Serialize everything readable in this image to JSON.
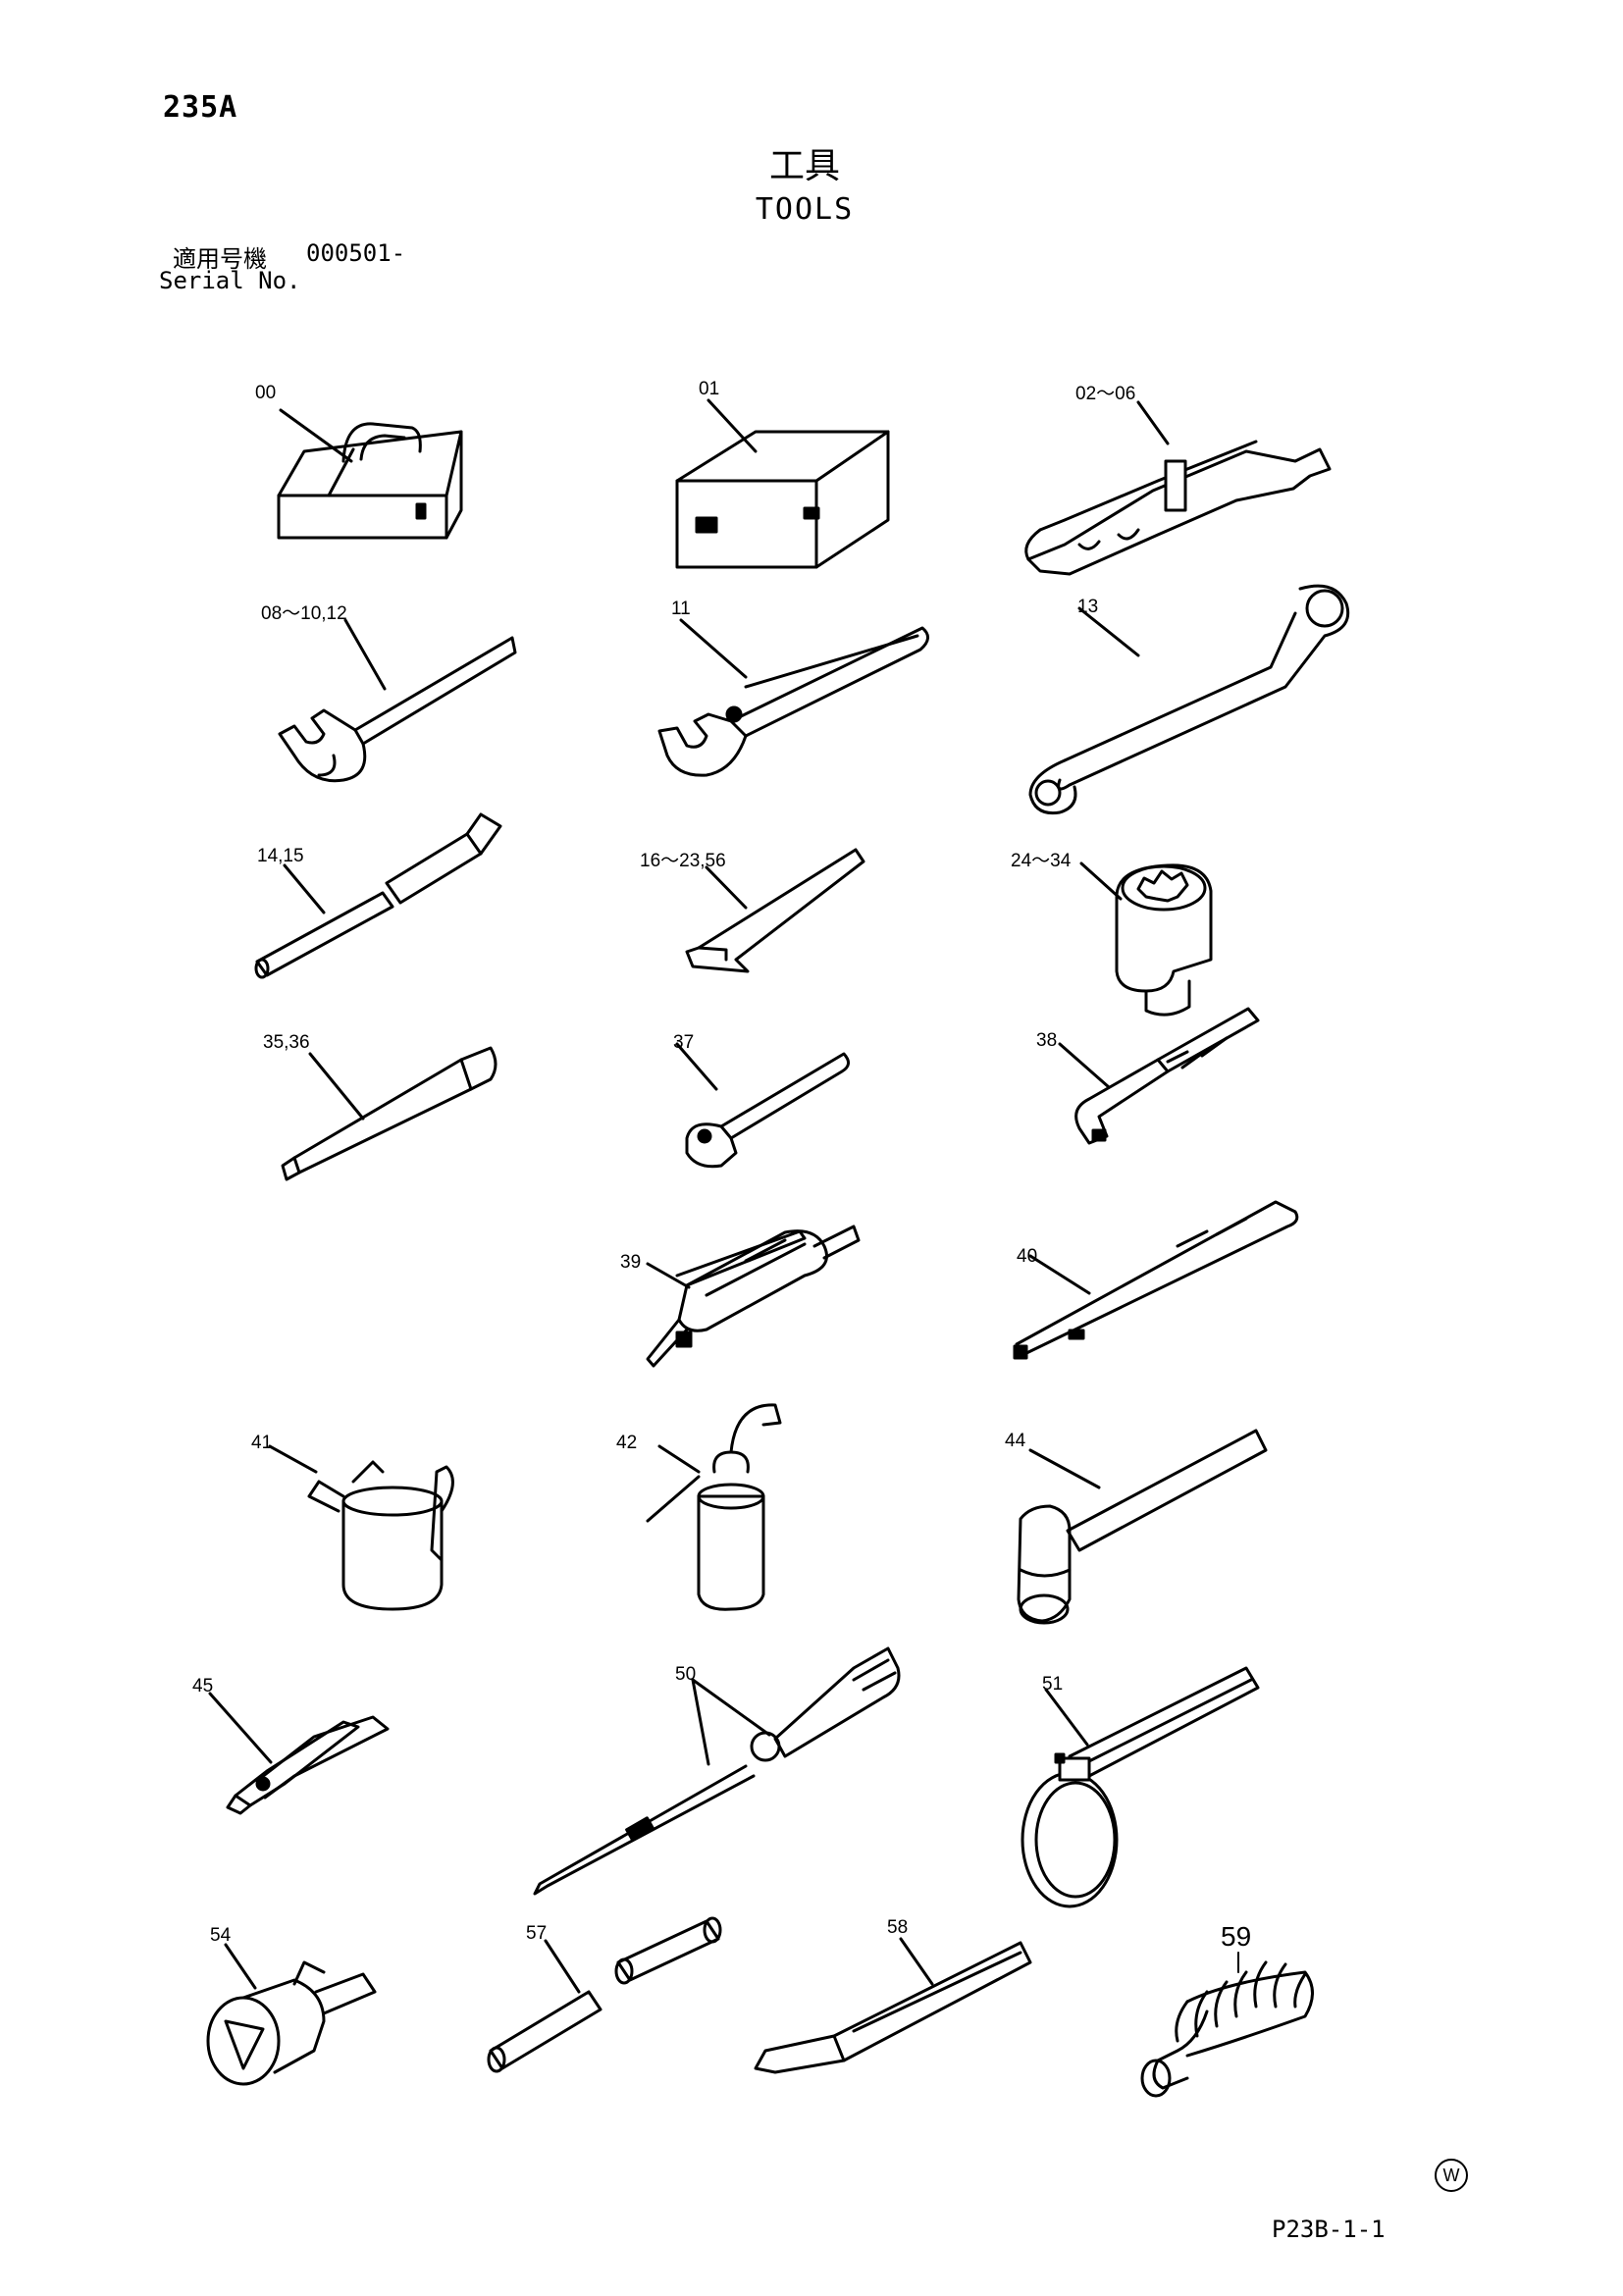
{
  "header": {
    "page_code": "235A",
    "title_jp": "工具",
    "title_en": "TOOLS",
    "serial_label_jp": "適用号機",
    "serial_value": "000501-",
    "serial_label_en": "Serial No."
  },
  "callouts": {
    "c00": "00",
    "c01": "01",
    "c02_06": "02～06",
    "c08_10_12": "08～10,12",
    "c11": "11",
    "c13": "13",
    "c14_15": "14,15",
    "c16_23_56": "16～23,56",
    "c24_34": "24～34",
    "c35_36": "35,36",
    "c37": "37",
    "c38": "38",
    "c39": "39",
    "c40": "40",
    "c41": "41",
    "c42": "42",
    "c44": "44",
    "c45": "45",
    "c50": "50",
    "c51": "51",
    "c54": "54",
    "c57": "57",
    "c58": "58",
    "c59": "59"
  },
  "footer": {
    "mark": "W",
    "page_ref": "P23B-1-1"
  }
}
